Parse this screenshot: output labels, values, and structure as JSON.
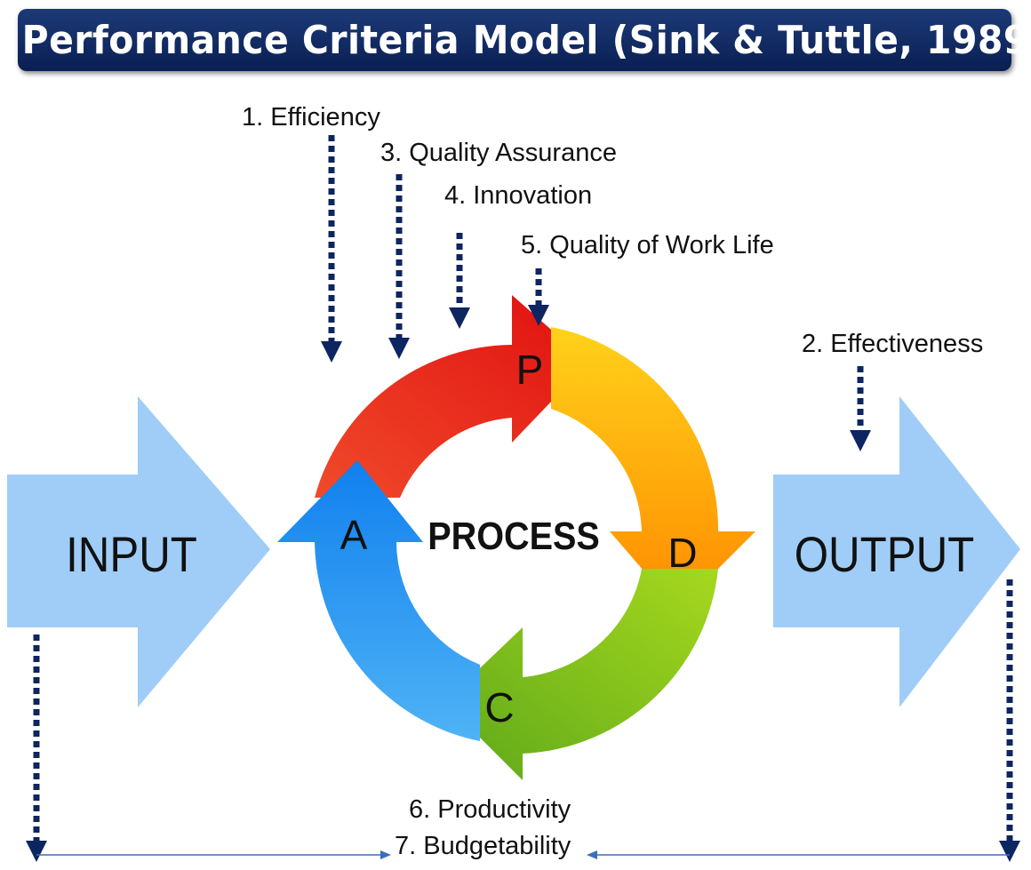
{
  "title": "7 Performance Criteria Model (Sink & Tuttle, 1989)",
  "io": {
    "input": "INPUT",
    "output": "OUTPUT"
  },
  "cycle": {
    "center": "PROCESS",
    "p": "P",
    "d": "D",
    "c": "C",
    "a": "A"
  },
  "criteria": {
    "efficiency": "1. Efficiency",
    "effectiveness": "2. Effectiveness",
    "quality_assurance": "3. Quality Assurance",
    "innovation": "4. Innovation",
    "quality_of_work_life": "5. Quality of Work Life",
    "productivity": "6. Productivity",
    "budgetability": "7. Budgetability"
  },
  "colors": {
    "title_bar": "#0f2a63",
    "big_arrows": "#9fcdf7",
    "dotted_arrows": "#0d2560",
    "plan": "#e8281c",
    "do": "#ff9c00",
    "check": "#8cc21c",
    "act": "#1a8df0",
    "baseline": "#3a6fb8"
  }
}
